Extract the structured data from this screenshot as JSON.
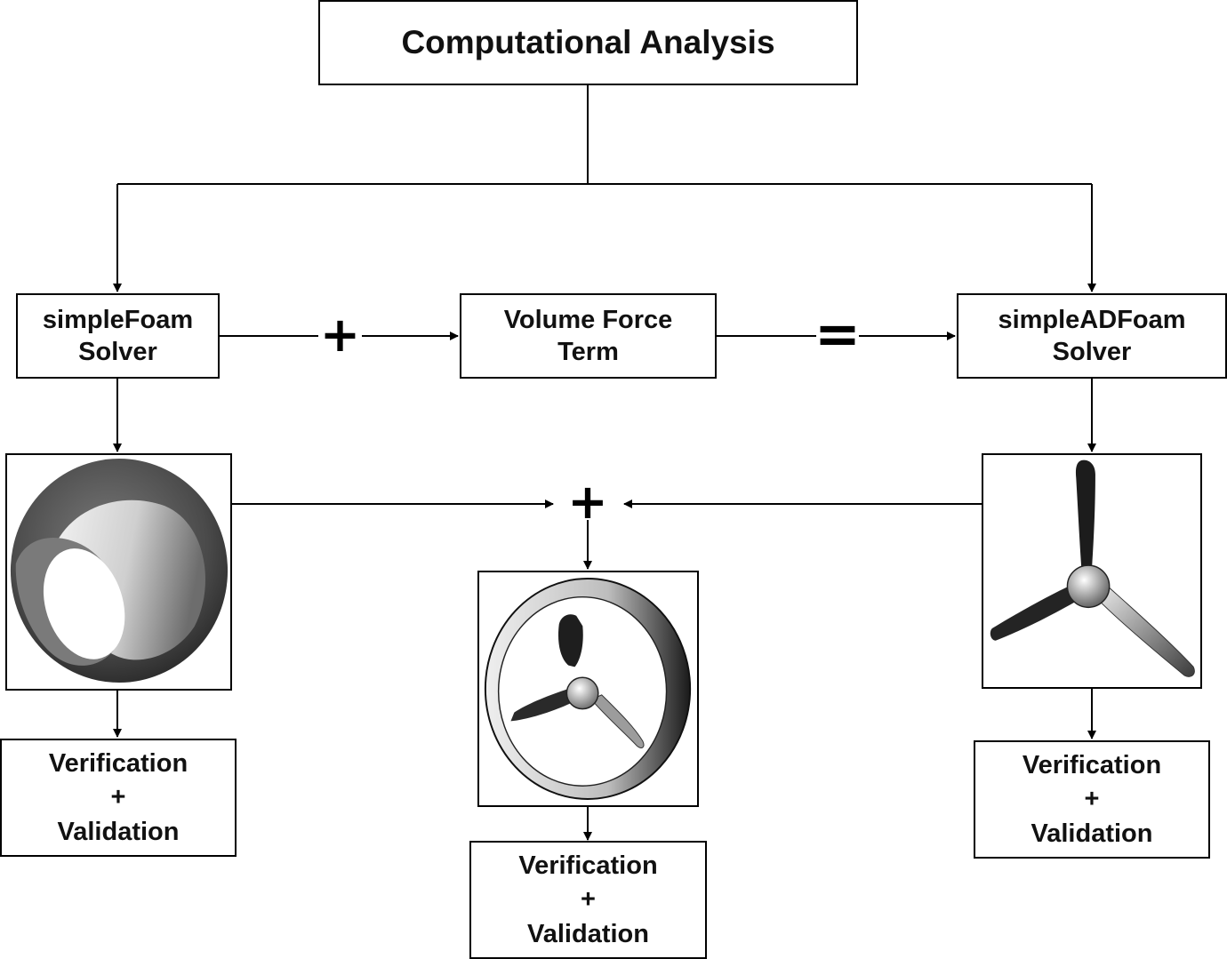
{
  "title": "Computational Analysis",
  "solvers": {
    "left": {
      "line1": "simpleFoam",
      "line2": "Solver"
    },
    "middle": {
      "line1": "Volume Force",
      "line2": "Term"
    },
    "right": {
      "line1": "simpleADFoam",
      "line2": "Solver"
    }
  },
  "operators": {
    "plus_top": "+",
    "equals": "=",
    "plus_bottom": "+"
  },
  "verification": {
    "line1": "Verification",
    "line2": "+",
    "line3": "Validation"
  },
  "images": {
    "left": "duct-icon",
    "middle": "ducted-propeller-icon",
    "right": "propeller-icon"
  }
}
